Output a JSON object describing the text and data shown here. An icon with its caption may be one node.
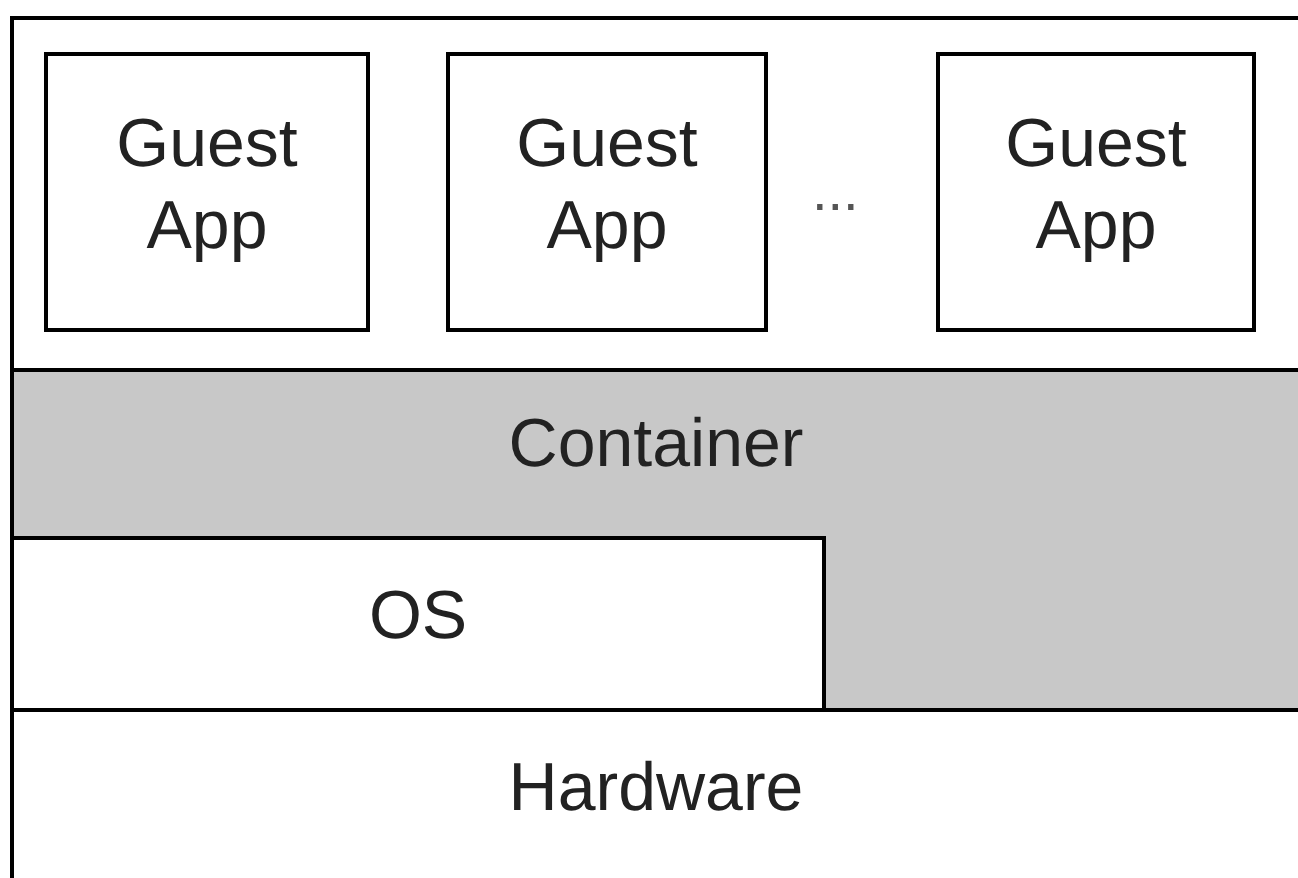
{
  "diagram": {
    "nodes": [
      {
        "text": [
          "Guest App"
        ]
      },
      {
        "text": [
          "Guest App"
        ]
      },
      {
        "text": [
          "Guest App"
        ]
      },
      {
        "text": [
          "Container"
        ]
      },
      {
        "text": [
          "OS"
        ],
        "in": 3
      },
      {
        "text": [
          "Hardware"
        ]
      }
    ],
    "labels": [
      "..."
    ]
  }
}
